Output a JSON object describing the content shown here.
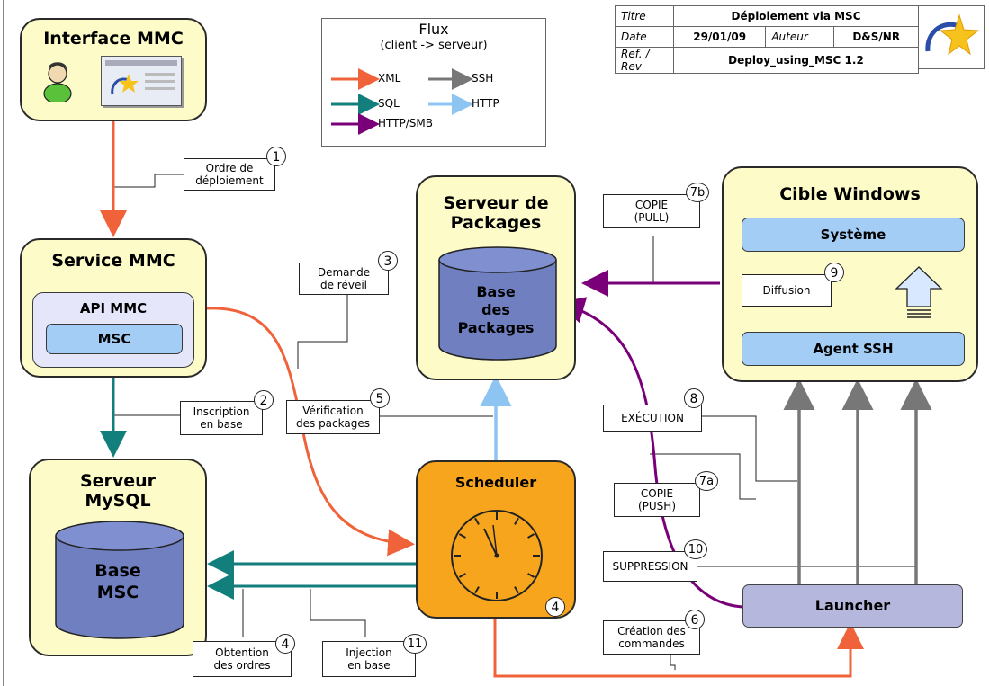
{
  "title_block": {
    "titre_label": "Titre",
    "titre_value": "Déploiement via MSC",
    "date_label": "Date",
    "date_value": "29/01/09",
    "auteur_label": "Auteur",
    "auteur_value": "D&S/NR",
    "ref_label": "Ref. / Rev",
    "ref_value": "Deploy_using_MSC 1.2"
  },
  "legend": {
    "title": "Flux",
    "subtitle": "(client -> serveur)",
    "items": [
      {
        "label": "XML",
        "color": "#f0633a"
      },
      {
        "label": "SSH",
        "color": "#777777"
      },
      {
        "label": "SQL",
        "color": "#127f7c"
      },
      {
        "label": "HTTP",
        "color": "#8ec4f2"
      },
      {
        "label": "HTTP/SMB",
        "color": "#7a007a"
      }
    ]
  },
  "boxes": {
    "interface_mmc": "Interface MMC",
    "service_mmc": "Service MMC",
    "api_mmc": "API MMC",
    "msc": "MSC",
    "serveur_mysql_line1": "Serveur",
    "serveur_mysql_line2": "MySQL",
    "base_msc_line1": "Base",
    "base_msc_line2": "MSC",
    "serveur_packages_line1": "Serveur de",
    "serveur_packages_line2": "Packages",
    "base_packages_line1": "Base",
    "base_packages_line2": "des",
    "base_packages_line3": "Packages",
    "cible_windows": "Cible Windows",
    "systeme": "Système",
    "agent_ssh": "Agent SSH",
    "diffusion": "Diffusion",
    "scheduler": "Scheduler",
    "launcher": "Launcher"
  },
  "steps": [
    {
      "num": "1",
      "line1": "Ordre de",
      "line2": "déploiement"
    },
    {
      "num": "2",
      "line1": "Inscription",
      "line2": "en base"
    },
    {
      "num": "3",
      "line1": "Demande",
      "line2": "de réveil"
    },
    {
      "num": "4",
      "line1": "Obtention",
      "line2": "des ordres"
    },
    {
      "num": "5",
      "line1": "Vérification",
      "line2": "des packages"
    },
    {
      "num": "6",
      "line1": "Création des",
      "line2": "commandes"
    },
    {
      "num": "7a",
      "line1": "COPIE",
      "line2": "(PUSH)"
    },
    {
      "num": "7b",
      "line1": "COPIE",
      "line2": "(PULL)"
    },
    {
      "num": "8",
      "line1": "EXÉCUTION",
      "line2": ""
    },
    {
      "num": "9",
      "line1": "",
      "line2": ""
    },
    {
      "num": "10",
      "line1": "SUPPRESSION",
      "line2": ""
    },
    {
      "num": "11",
      "line1": "Injection",
      "line2": "en base"
    }
  ],
  "scheduler_badge": "4",
  "colors": {
    "xml": "#f0633a",
    "sql": "#127f7c",
    "ssh": "#777777",
    "http": "#8ec4f2",
    "http_smb": "#7a007a",
    "box_fill": "#fdfbc8",
    "scheduler_fill": "#f7a51c",
    "launcher_fill": "#b5b7dd",
    "db_fill": "#6f7fbf"
  }
}
